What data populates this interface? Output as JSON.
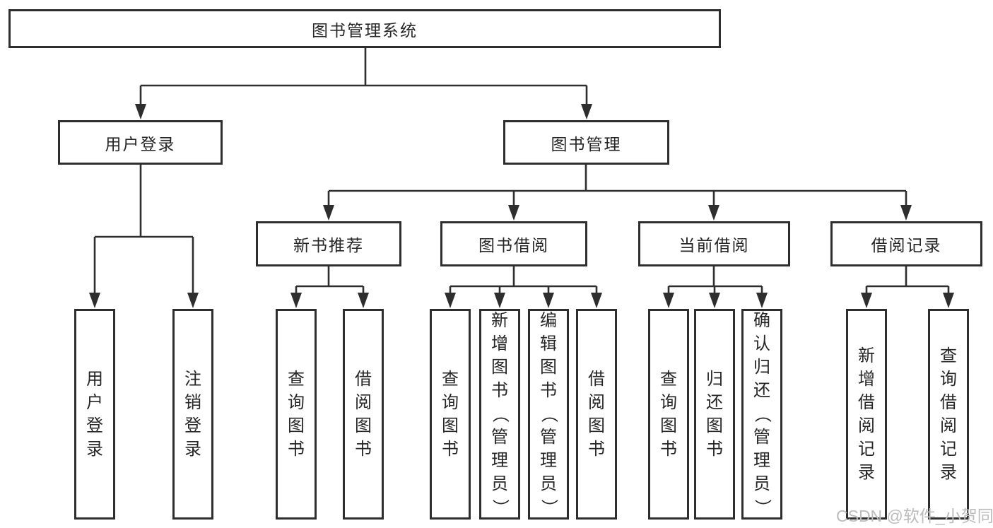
{
  "style": {
    "line_color": "#2e2e2e",
    "box_border_color": "#2e2e2e",
    "text_color": "#262626",
    "watermark_color": "#bcbcbc",
    "background": "#ffffff"
  },
  "tree": {
    "root": "图书管理系统",
    "l2_left": "用户登录",
    "l2_right": "图书管理",
    "l3": [
      "新书推荐",
      "图书借阅",
      "当前借阅",
      "借阅记录"
    ],
    "leaves_login": [
      "用户登录",
      "注销登录"
    ],
    "leaves_recommend": [
      "查询图书",
      "借阅图书"
    ],
    "leaves_borrow": [
      "查询图书",
      "新增图书（管理员）",
      "编辑图书（管理员）",
      "借阅图书"
    ],
    "leaves_current": [
      "查询图书",
      "归还图书",
      "确认归还（管理员）"
    ],
    "leaves_records": [
      "新增借阅记录",
      "查询借阅记录"
    ]
  },
  "watermark": "CSDN @软件_小贺同学"
}
